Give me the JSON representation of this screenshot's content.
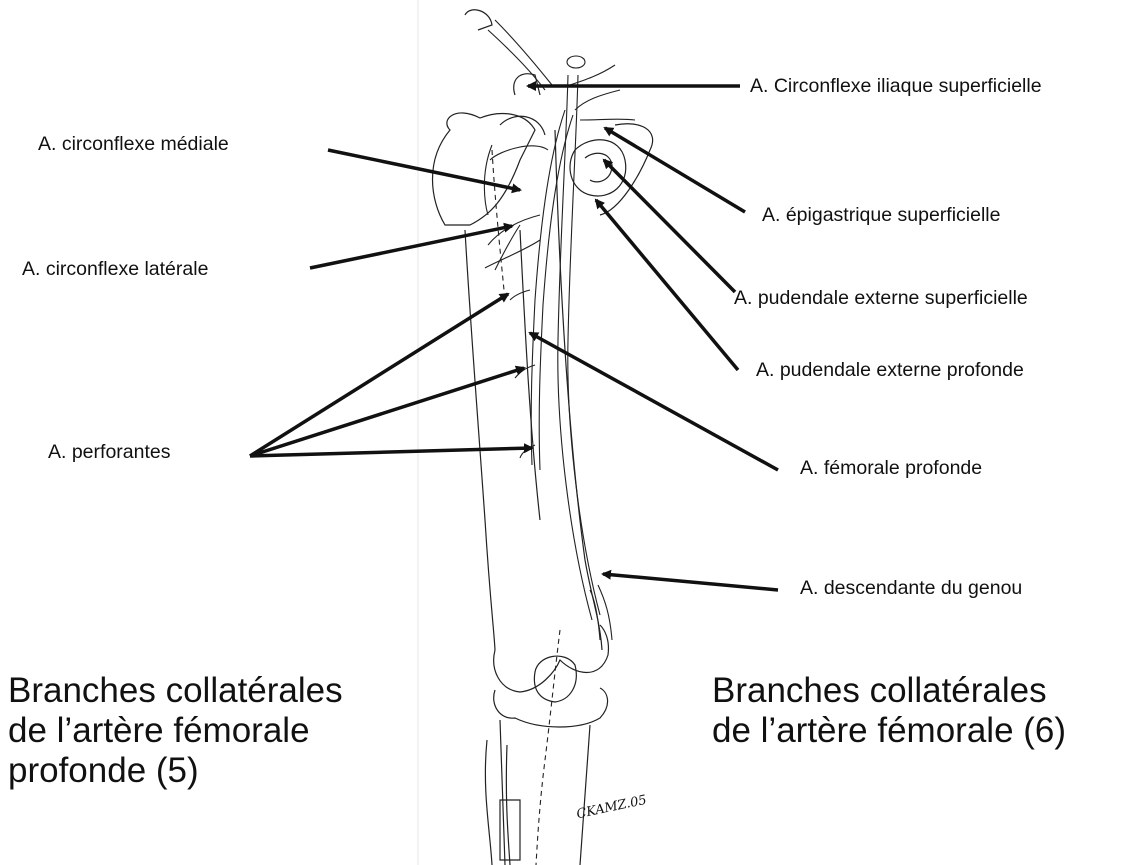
{
  "labels": {
    "circ_iliaque": "A. Circonflexe iliaque superficielle",
    "circ_mediale": "A. circonflexe médiale",
    "epigastrique": "A. épigastrique superficielle",
    "circ_laterale": "A. circonflexe latérale",
    "pud_sup": "A. pudendale externe superficielle",
    "pud_prof": "A. pudendale externe profonde",
    "perforantes": "A. perforantes",
    "fem_prof": "A. fémorale profonde",
    "desc_genou": "A. descendante du genou"
  },
  "left_caption": [
    "Branches collatérales",
    "de l’artère fémorale",
    "profonde (5)"
  ],
  "right_caption": [
    "Branches collatérales",
    "de l’artère fémorale (6)"
  ],
  "signature": "CKAMZ.05"
}
